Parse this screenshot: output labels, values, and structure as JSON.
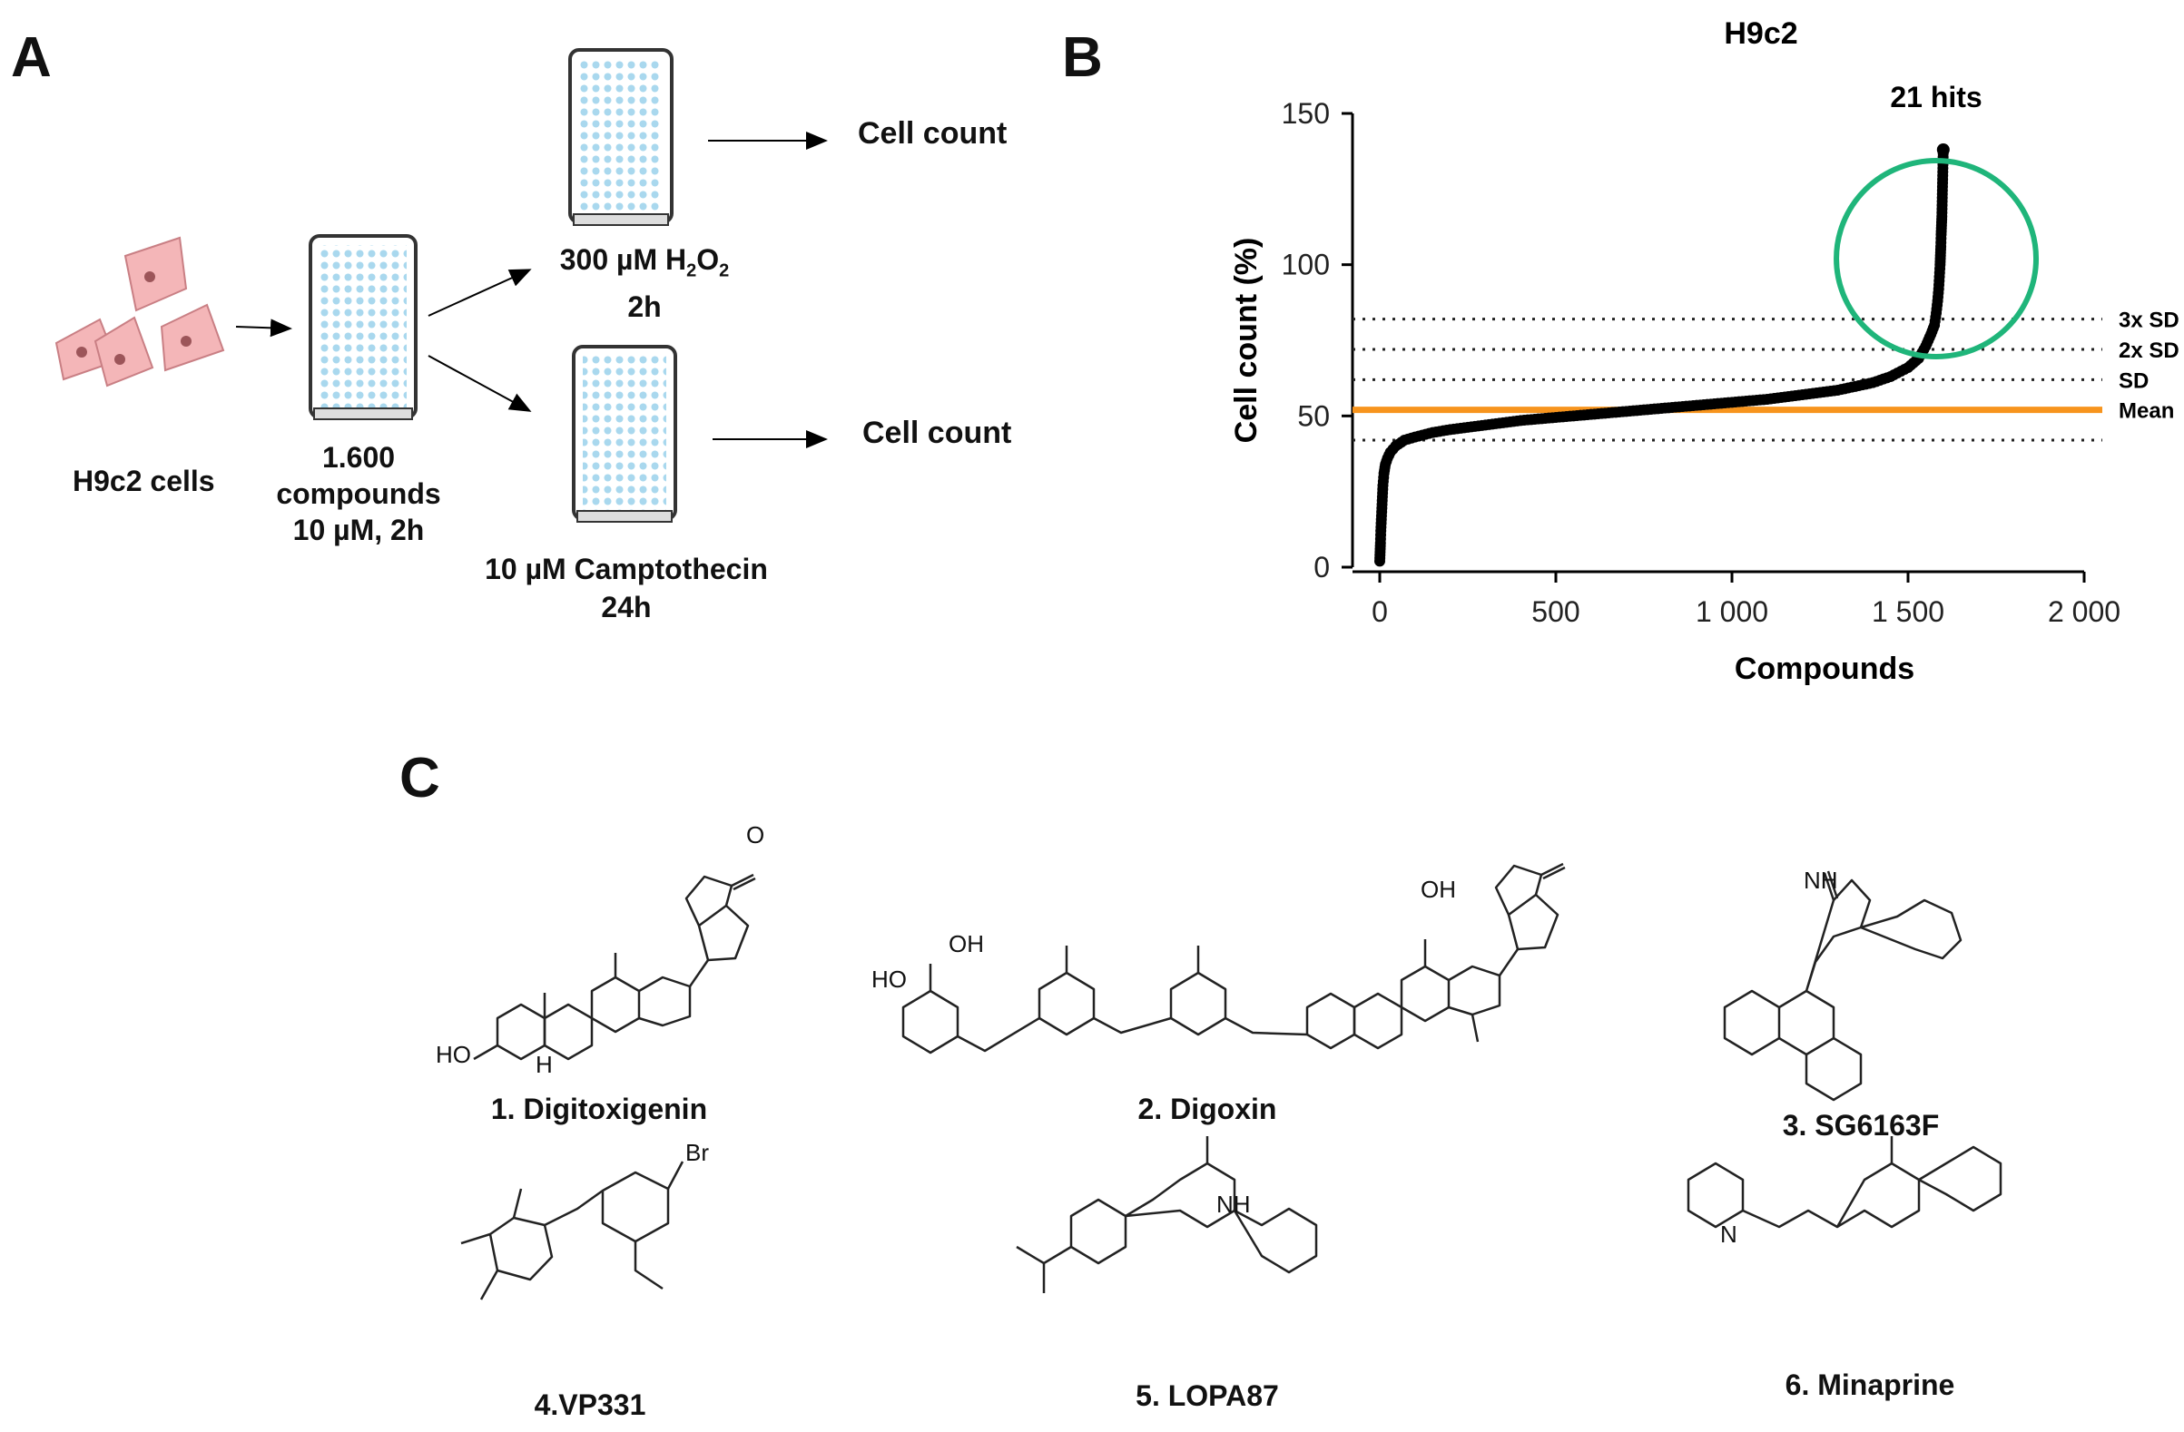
{
  "panels": {
    "a": "A",
    "b": "B",
    "c": "C"
  },
  "panel_a": {
    "cells_label": "H9c2 cells",
    "compounds_line1": "1.600",
    "compounds_line2": "compounds",
    "compounds_line3": "10 µM, 2h",
    "h2o2_prefix": "300 µM H",
    "h2o2_sub1": "2",
    "h2o2_mid": "O",
    "h2o2_sub2": "2",
    "h2o2_time": "2h",
    "camp_line1": "10 µM Camptothecin",
    "camp_line2": "24h",
    "result_top": "Cell count",
    "result_bottom": "Cell count"
  },
  "chart_data": {
    "type": "scatter",
    "title": "H9c2",
    "xlabel": "Compounds",
    "ylabel": "Cell count (%)",
    "xlim": [
      0,
      2000
    ],
    "ylim": [
      0,
      150
    ],
    "xticks": [
      "0",
      "500",
      "1 000",
      "1 500",
      "2 000"
    ],
    "xtick_values": [
      0,
      500,
      1000,
      1500,
      2000
    ],
    "yticks": [
      "0",
      "50",
      "100",
      "150"
    ],
    "ytick_values": [
      0,
      50,
      100,
      150
    ],
    "mean": 52,
    "sd_lines": [
      {
        "label": "SD",
        "value": 62
      },
      {
        "label": "2x SD",
        "value": 72
      },
      {
        "label": "3x SD",
        "value": 82
      },
      {
        "label": "",
        "value": 42
      }
    ],
    "mean_label": "Mean",
    "annotation": "21 hits",
    "colors": {
      "mean": "#f7941d",
      "circle": "#1fb57a",
      "points": "#000000"
    },
    "sorted_points": [
      [
        0,
        2
      ],
      [
        1,
        5
      ],
      [
        2,
        8
      ],
      [
        3,
        12
      ],
      [
        5,
        17
      ],
      [
        7,
        22
      ],
      [
        9,
        27
      ],
      [
        12,
        31
      ],
      [
        16,
        34
      ],
      [
        22,
        36
      ],
      [
        30,
        38
      ],
      [
        45,
        40
      ],
      [
        70,
        42
      ],
      [
        100,
        43
      ],
      [
        150,
        44.5
      ],
      [
        200,
        45.5
      ],
      [
        300,
        47
      ],
      [
        400,
        48.5
      ],
      [
        500,
        49.5
      ],
      [
        600,
        50.5
      ],
      [
        700,
        51.5
      ],
      [
        800,
        52.5
      ],
      [
        900,
        53.5
      ],
      [
        1000,
        54.5
      ],
      [
        1100,
        55.5
      ],
      [
        1200,
        57
      ],
      [
        1300,
        58.5
      ],
      [
        1400,
        61
      ],
      [
        1450,
        63
      ],
      [
        1500,
        66
      ],
      [
        1530,
        69
      ],
      [
        1550,
        73
      ],
      [
        1565,
        77
      ],
      [
        1575,
        80
      ],
      [
        1580,
        84
      ],
      [
        1584,
        88
      ],
      [
        1587,
        92
      ],
      [
        1589,
        96
      ],
      [
        1591,
        100
      ],
      [
        1592,
        103
      ],
      [
        1593,
        106
      ],
      [
        1594,
        110
      ],
      [
        1595,
        113
      ],
      [
        1596,
        116
      ],
      [
        1600,
        138
      ]
    ]
  },
  "compounds": [
    {
      "name": "1. Digitoxigenin"
    },
    {
      "name": "2. Digoxin"
    },
    {
      "name": "3. SG6163F"
    },
    {
      "name": "4.VP331"
    },
    {
      "name": "5. LOPA87"
    },
    {
      "name": "6. Minaprine"
    }
  ],
  "atoms": {
    "o": "O",
    "oh": "OH",
    "ho": "HO",
    "h": "H",
    "nh": "NH",
    "n": "N",
    "br": "Br"
  }
}
